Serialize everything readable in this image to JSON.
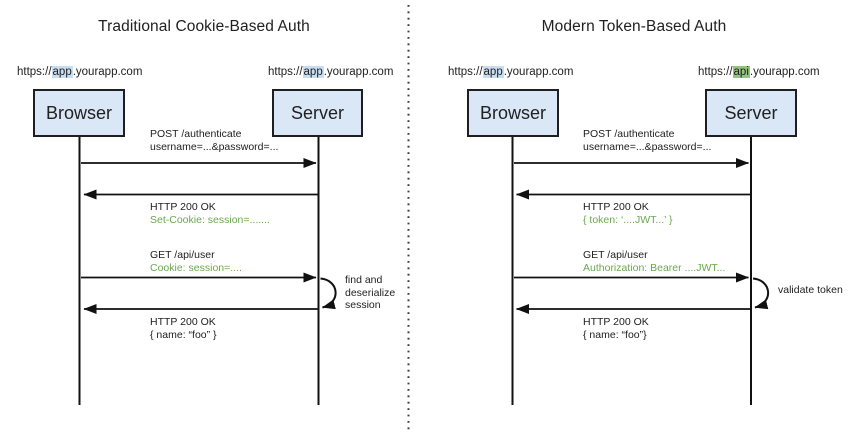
{
  "colors": {
    "box_fill": "#d9e7f6",
    "box_border": "#1f1f1f",
    "green_text": "#6aa84f",
    "hl_blue": "#c9ddf1",
    "hl_green": "#93c47d",
    "text": "#212121",
    "line": "#111111"
  },
  "left_panel": {
    "title": "Traditional Cookie-Based Auth",
    "browser": {
      "label": "Browser",
      "url": {
        "prefix": "https://",
        "host": "app",
        "suffix": ".yourapp.com"
      }
    },
    "server": {
      "label": "Server",
      "url": {
        "prefix": "https://",
        "host": "app",
        "suffix": ".yourapp.com"
      }
    },
    "messages": {
      "post_auth": {
        "line1": "POST /authenticate",
        "line2": "username=...&password=..."
      },
      "ok_cookie": {
        "line1": "HTTP 200 OK",
        "line2": "Set-Cookie: session=......."
      },
      "get_user": {
        "line1": "GET /api/user",
        "line2": "Cookie: session=...."
      },
      "ok_name": {
        "line1": "HTTP 200 OK",
        "line2": "{ name: “foo” }"
      }
    },
    "server_note": {
      "line1": "find and",
      "line2": "deserialize",
      "line3": "session"
    }
  },
  "right_panel": {
    "title": "Modern Token-Based Auth",
    "browser": {
      "label": "Browser",
      "url": {
        "prefix": "https://",
        "host": "app",
        "suffix": ".yourapp.com"
      }
    },
    "server": {
      "label": "Server",
      "url": {
        "prefix": "https://",
        "host": "api",
        "suffix": ".yourapp.com"
      }
    },
    "messages": {
      "post_auth": {
        "line1": "POST /authenticate",
        "line2": "username=...&password=..."
      },
      "ok_token": {
        "line1": "HTTP 200 OK",
        "line2": "{ token: ‘....JWT...’ }"
      },
      "get_user": {
        "line1": "GET /api/user",
        "line2": "Authorization: Bearer ....JWT..."
      },
      "ok_name": {
        "line1": "HTTP 200 OK",
        "line2": "{ name: “foo”}"
      }
    },
    "server_note": {
      "line1": "validate token"
    }
  }
}
